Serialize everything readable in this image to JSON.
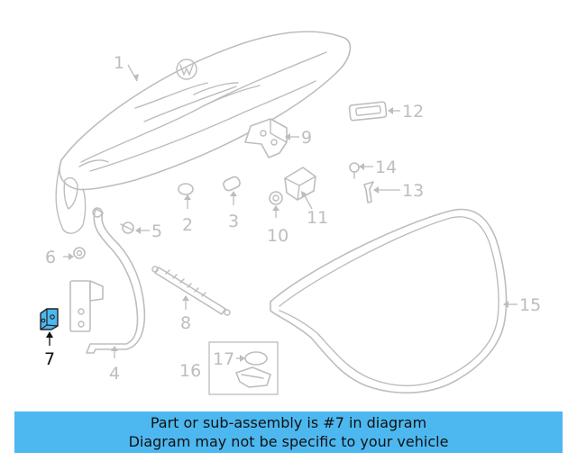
{
  "highlight_color": "#4db8f0",
  "callouts": {
    "c1": "1",
    "c2": "2",
    "c3": "3",
    "c4": "4",
    "c5": "5",
    "c6": "6",
    "c7": "7",
    "c8": "8",
    "c9": "9",
    "c10": "10",
    "c11": "11",
    "c12": "12",
    "c13": "13",
    "c14": "14",
    "c15": "15",
    "c16": "16",
    "c17": "17"
  },
  "highlighted_part": "7",
  "banner": {
    "line1": "Part or sub-assembly is #7 in diagram",
    "line2": "Diagram may not be specific to your vehicle"
  }
}
